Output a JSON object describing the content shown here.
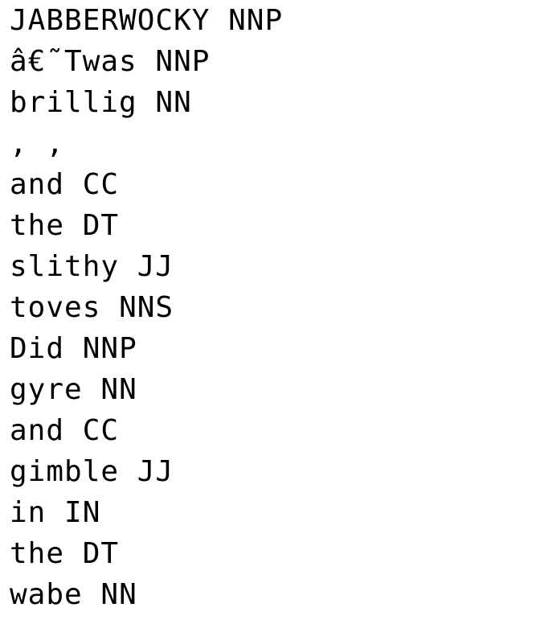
{
  "lines": [
    {
      "word": "JABBERWOCKY",
      "tag": "NNP"
    },
    {
      "word": "â€˜Twas",
      "tag": "NNP"
    },
    {
      "word": "brillig",
      "tag": "NN"
    },
    {
      "word": ",",
      "tag": ","
    },
    {
      "word": "and",
      "tag": "CC"
    },
    {
      "word": "the",
      "tag": "DT"
    },
    {
      "word": "slithy",
      "tag": "JJ"
    },
    {
      "word": "toves",
      "tag": "NNS"
    },
    {
      "word": "Did",
      "tag": "NNP"
    },
    {
      "word": "gyre",
      "tag": "NN"
    },
    {
      "word": "and",
      "tag": "CC"
    },
    {
      "word": "gimble",
      "tag": "JJ"
    },
    {
      "word": "in",
      "tag": "IN"
    },
    {
      "word": "the",
      "tag": "DT"
    },
    {
      "word": "wabe",
      "tag": "NN"
    }
  ]
}
